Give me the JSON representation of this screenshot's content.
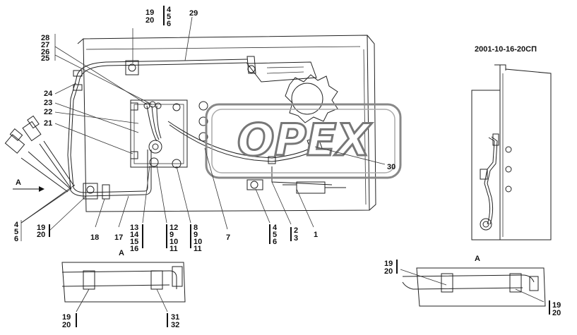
{
  "diagram": {
    "code": "2001-10-16-20СП",
    "view_label": "А",
    "arrow_label": "А",
    "watermark": "OPEX",
    "callouts": {
      "c29": "29",
      "c19_20_top": [
        "19",
        "20"
      ],
      "c4_5_6_top": [
        "4",
        "5",
        "6"
      ],
      "c28_25": [
        "28",
        "27",
        "26",
        "25"
      ],
      "c24": "24",
      "c23": "23",
      "c22": "22",
      "c21": "21",
      "c30": "30",
      "c4_5_6_left": [
        "4",
        "5",
        "6"
      ],
      "c19_20_left": [
        "19",
        "20"
      ],
      "c18": "18",
      "c17": "17",
      "c13_16": [
        "13",
        "14",
        "15",
        "16"
      ],
      "c12_11": [
        "12",
        "9",
        "10",
        "11"
      ],
      "c8_11": [
        "8",
        "9",
        "10",
        "11"
      ],
      "c7": "7",
      "c4_5_6_mid": [
        "4",
        "5",
        "6"
      ],
      "c2_3": [
        "2",
        "3"
      ],
      "c1": "1",
      "c19_20_viewA": [
        "19",
        "20"
      ],
      "c31_32": [
        "31",
        "32"
      ],
      "c19_20_rv_top": [
        "19",
        "20"
      ],
      "c19_20_rv_bot": [
        "19",
        "20"
      ]
    }
  }
}
